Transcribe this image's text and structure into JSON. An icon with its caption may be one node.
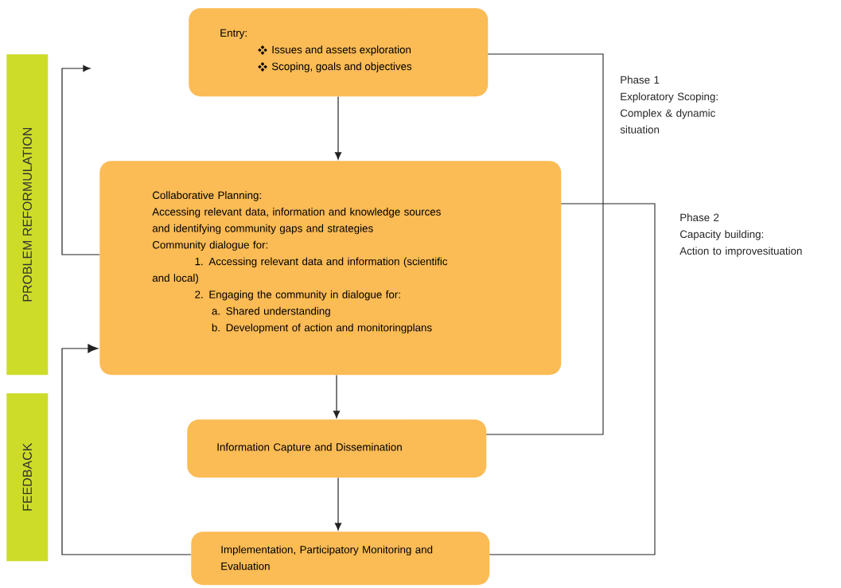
{
  "diagram": {
    "nodes": [
      {
        "text": [
          "PROBLEM REFORMULATION"
        ]
      },
      {
        "text": [
          "FEEDBACK"
        ]
      },
      {
        "text": [
          "Entry:",
          "Issues and assets exploration",
          "Scoping, goals and objectives"
        ]
      },
      {
        "text": [
          "Collaborative Planning:",
          "Accessing relevant data, information and knowledge sources and identifying community gaps and strategies",
          "Community dialogue for:",
          "1. Accessing relevant data and information (scientific and local)",
          "2. Engaging the community in dialogue for:",
          "a. Shared understanding",
          "b. Development of action and monitoringplans"
        ]
      },
      {
        "text": [
          "Information Capture and Dissemination"
        ]
      },
      {
        "text": [
          "Implementation, Participatory Monitoring and Evaluation"
        ]
      }
    ],
    "edges": [
      {
        "from": 2,
        "to": 3,
        "arrow": "to"
      },
      {
        "from": 3,
        "to": 4,
        "arrow": "to"
      },
      {
        "from": 4,
        "to": 5,
        "arrow": "to"
      },
      {
        "from": 3,
        "to": null,
        "arrow": "to"
      },
      {
        "from": 5,
        "to": 3,
        "arrow": "to"
      }
    ],
    "labels": [
      "Phase 1",
      "Exploratory Scoping: Complex & dynamic situation",
      "Phase 2",
      "Capacity building:",
      "Action to improvesituation"
    ]
  }
}
